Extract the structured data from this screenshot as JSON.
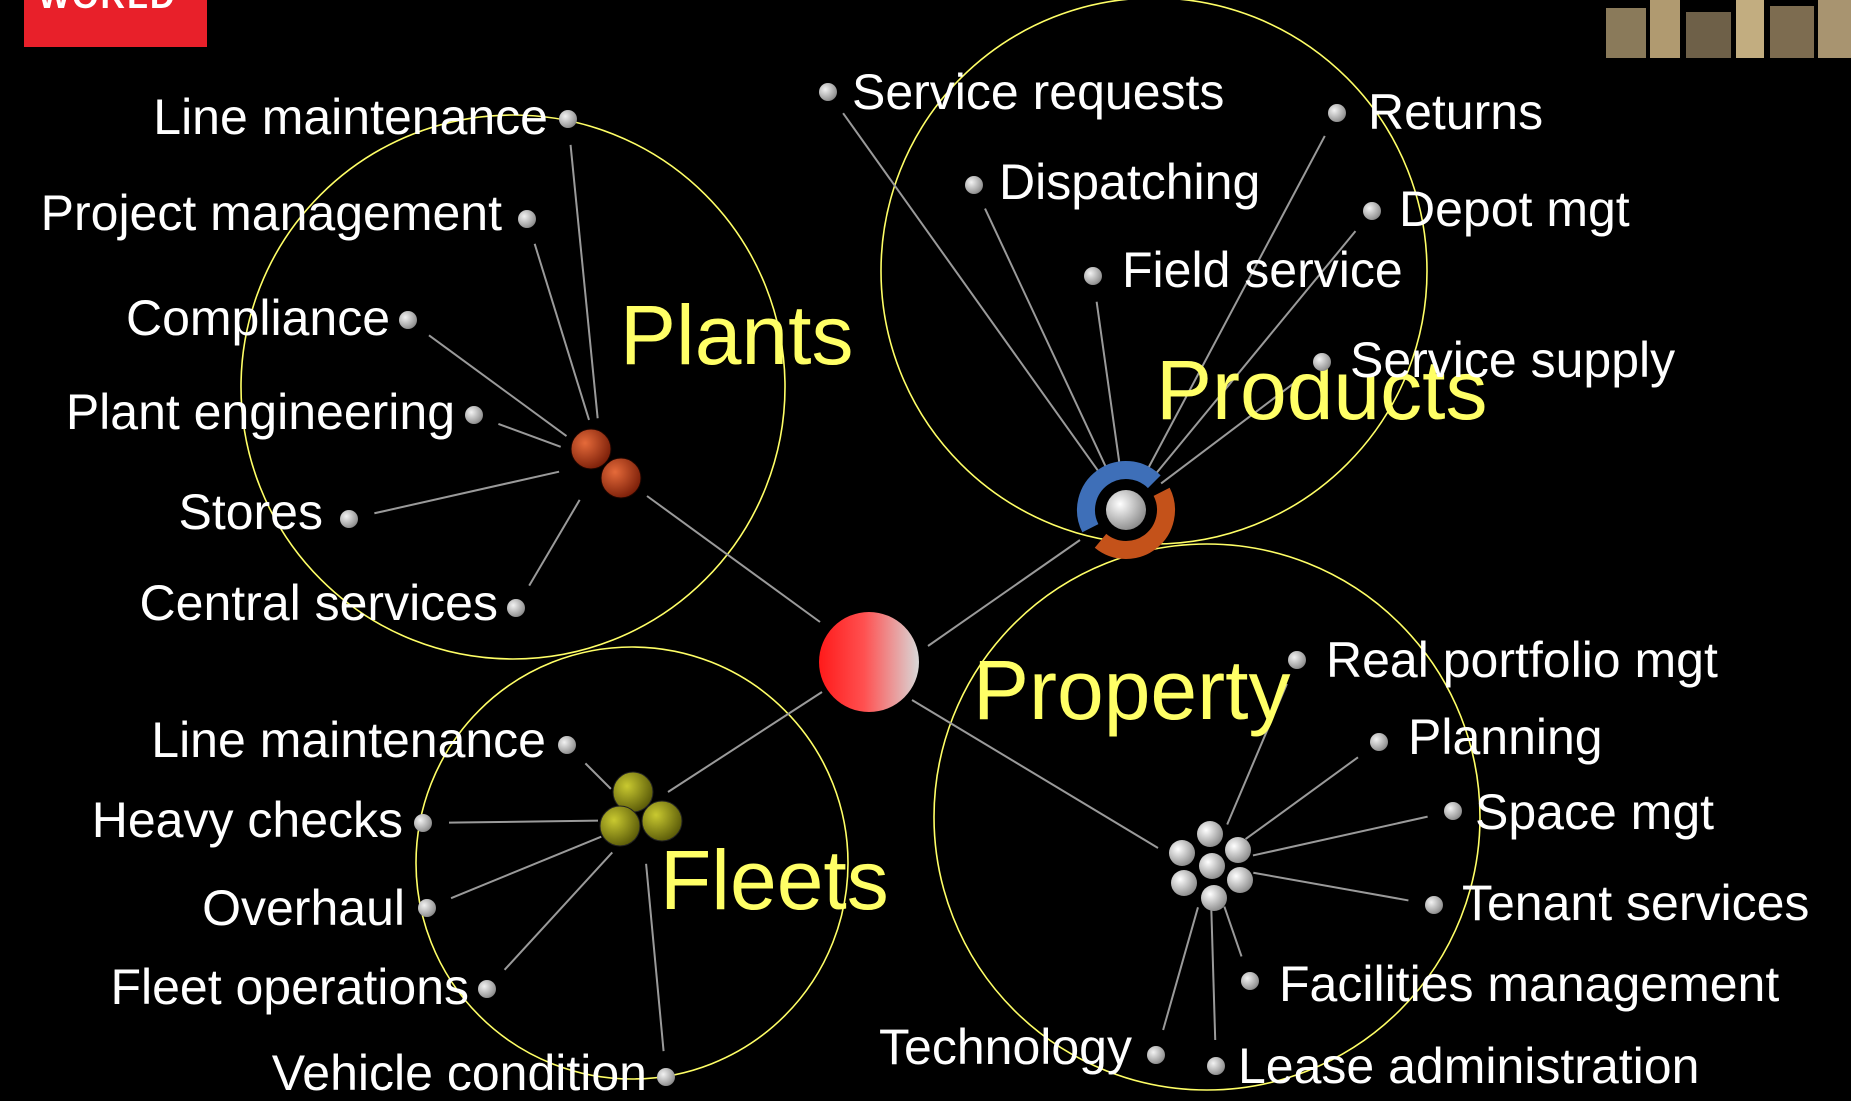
{
  "logo": {
    "text": "WORLD"
  },
  "colors": {
    "ring": "#ffff66",
    "label": "#ffffff",
    "cluster_label": "#ffff66",
    "background": "#000000",
    "logo": "#e8202a"
  },
  "hub": {
    "name": "center-node"
  },
  "clusters": [
    {
      "name": "Plants",
      "items": [
        "Line maintenance",
        "Project management",
        "Compliance",
        "Plant engineering",
        "Stores",
        "Central services"
      ]
    },
    {
      "name": "Products",
      "items": [
        "Service requests",
        "Dispatching",
        "Field service",
        "Returns",
        "Depot mgt",
        "Service supply"
      ]
    },
    {
      "name": "Fleets",
      "items": [
        "Line maintenance",
        "Heavy checks",
        "Overhaul",
        "Fleet operations",
        "Vehicle condition"
      ]
    },
    {
      "name": "Property",
      "items": [
        "Real portfolio mgt",
        "Planning",
        "Space mgt",
        "Tenant services",
        "Facilities management",
        "Technology",
        "Lease administration"
      ]
    }
  ]
}
